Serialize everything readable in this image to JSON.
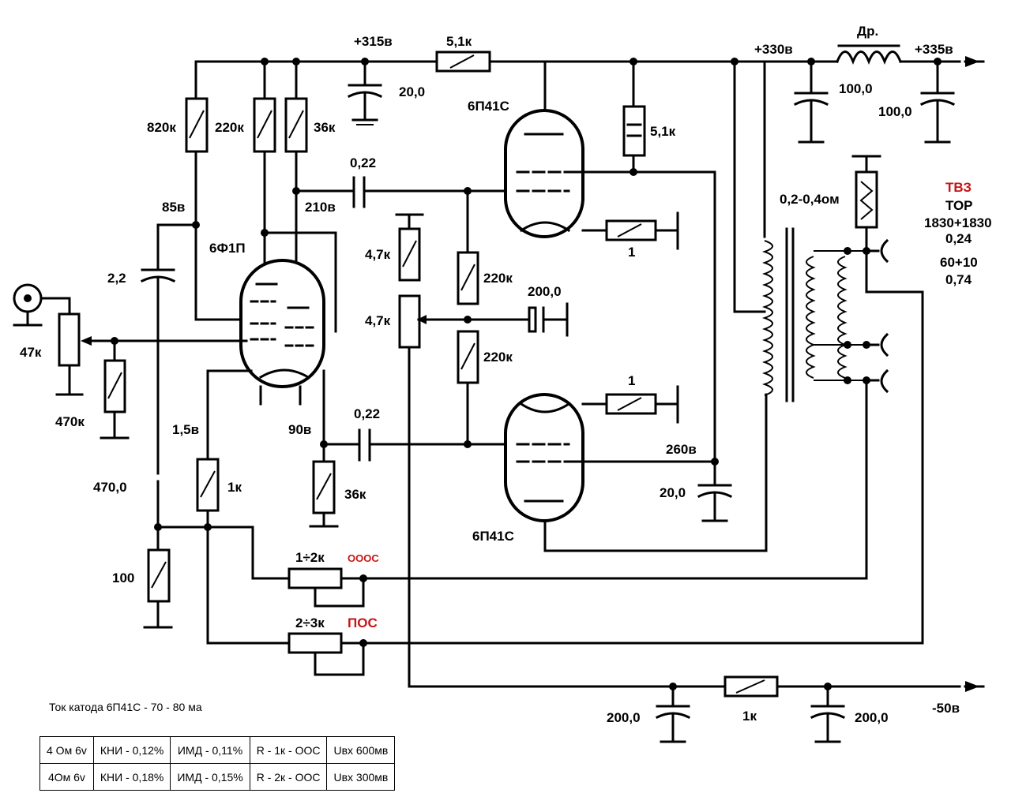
{
  "labels": {
    "v315": "+315в",
    "r51k_top": "5,1к",
    "v330": "+330в",
    "choke": "Др.",
    "v335": "+335в",
    "c20_top": "20,0",
    "tube_top": "6П41С",
    "c100_a": "100,0",
    "c100_b": "100,0",
    "r820k": "820к",
    "r220k_a": "220к",
    "r36k_a": "36к",
    "r51k_g2": "5,1к",
    "c022_a": "0,22",
    "v85": "85в",
    "v210": "210в",
    "tube_driver": "6Ф1П",
    "r_sense": "0,2-0,4ом",
    "tvz": "ТВЗ",
    "tor": "ТОР",
    "tor_w": "1830+1830",
    "tor_a": "0,24",
    "tor_b": "60+10",
    "tor_c": "0,74",
    "r47k_top": "4,7к",
    "r47k_pot": "4,7к",
    "r220k_b": "220к",
    "r220k_c": "220к",
    "c200_bias": "200,0",
    "r1_top": "1",
    "r1_bot": "1",
    "c22_in": "2,2",
    "in_pot": "47к",
    "r470k": "470к",
    "v15": "1,5в",
    "v90": "90в",
    "c022_b": "0,22",
    "c470": "470,0",
    "r1k": "1к",
    "r36k_b": "36к",
    "v260": "260в",
    "c20_b": "20,0",
    "tube_bot": "6П41С",
    "r100": "100",
    "fb_oos": "1÷2к",
    "oos": "ОООС",
    "fb_pos": "2÷3к",
    "pos": "ПОС",
    "c200_l": "200,0",
    "r1k_bias": "1к",
    "c200_r": "200,0",
    "vneg": "-50в"
  },
  "note": "Ток катода 6П41С -  70 - 80 ма",
  "table": [
    [
      "4 Ом   6v",
      "КНИ - 0,12%",
      "ИМД - 0,11%",
      "R - 1к  - ООС",
      "Uвх  600мв"
    ],
    [
      "4Ом    6v",
      "КНИ - 0,18%",
      "ИМД - 0,15%",
      "R - 2к  - ООС",
      "Uвх  300мв"
    ]
  ],
  "colors": {
    "ink": "#000000",
    "accent": "#c81414"
  }
}
